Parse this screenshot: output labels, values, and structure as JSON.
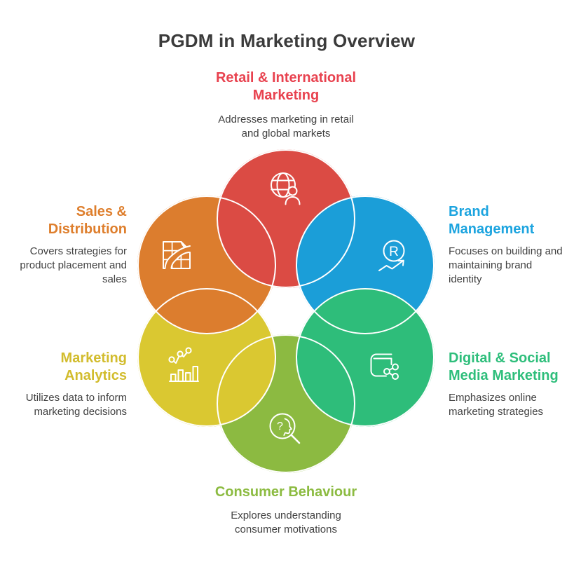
{
  "title": "PGDM in Marketing Overview",
  "palette": {
    "background": "#FFFFFF",
    "title_text": "#3B3B3B",
    "body_text": "#414141",
    "circle_outline": "#FFFFFF",
    "retail": {
      "circle": "#DB4B44",
      "heading": "#E8424F"
    },
    "brand": {
      "circle": "#1B9ED8",
      "heading": "#1CA4DF"
    },
    "digital": {
      "circle": "#2EBD7A",
      "heading": "#2EBE7B"
    },
    "consumer": {
      "circle": "#8CBA41",
      "heading": "#8CBB41"
    },
    "analytics": {
      "circle": "#DAC831",
      "heading": "#D2BC2D"
    },
    "sales": {
      "circle": "#DC7D2E",
      "heading": "#DE7E2C"
    }
  },
  "sections": {
    "retail": {
      "title": "Retail & International\nMarketing",
      "desc": "Addresses marketing in retail\nand global markets",
      "icon": "globe-users-icon"
    },
    "brand": {
      "title": "Brand\nManagement",
      "desc": "Focuses on building and\nmaintaining brand\nidentity",
      "icon": "registered-trademark-trend-icon"
    },
    "digital": {
      "title": "Digital & Social\nMedia Marketing",
      "desc": "Emphasizes online\nmarketing strategies",
      "icon": "book-share-icon"
    },
    "consumer": {
      "title": "Consumer Behaviour",
      "desc": "Explores understanding\nconsumer motivations",
      "icon": "magnifier-head-icon"
    },
    "analytics": {
      "title": "Marketing\nAnalytics",
      "desc": "Utilizes data to inform\nmarketing decisions",
      "icon": "bar-line-chart-icon"
    },
    "sales": {
      "title": "Sales &\nDistribution",
      "desc": "Covers strategies for\nproduct placement and\nsales",
      "icon": "map-route-icon"
    }
  },
  "icon_glyphs": {
    "brand_letter": "R",
    "consumer_mark": "?"
  }
}
